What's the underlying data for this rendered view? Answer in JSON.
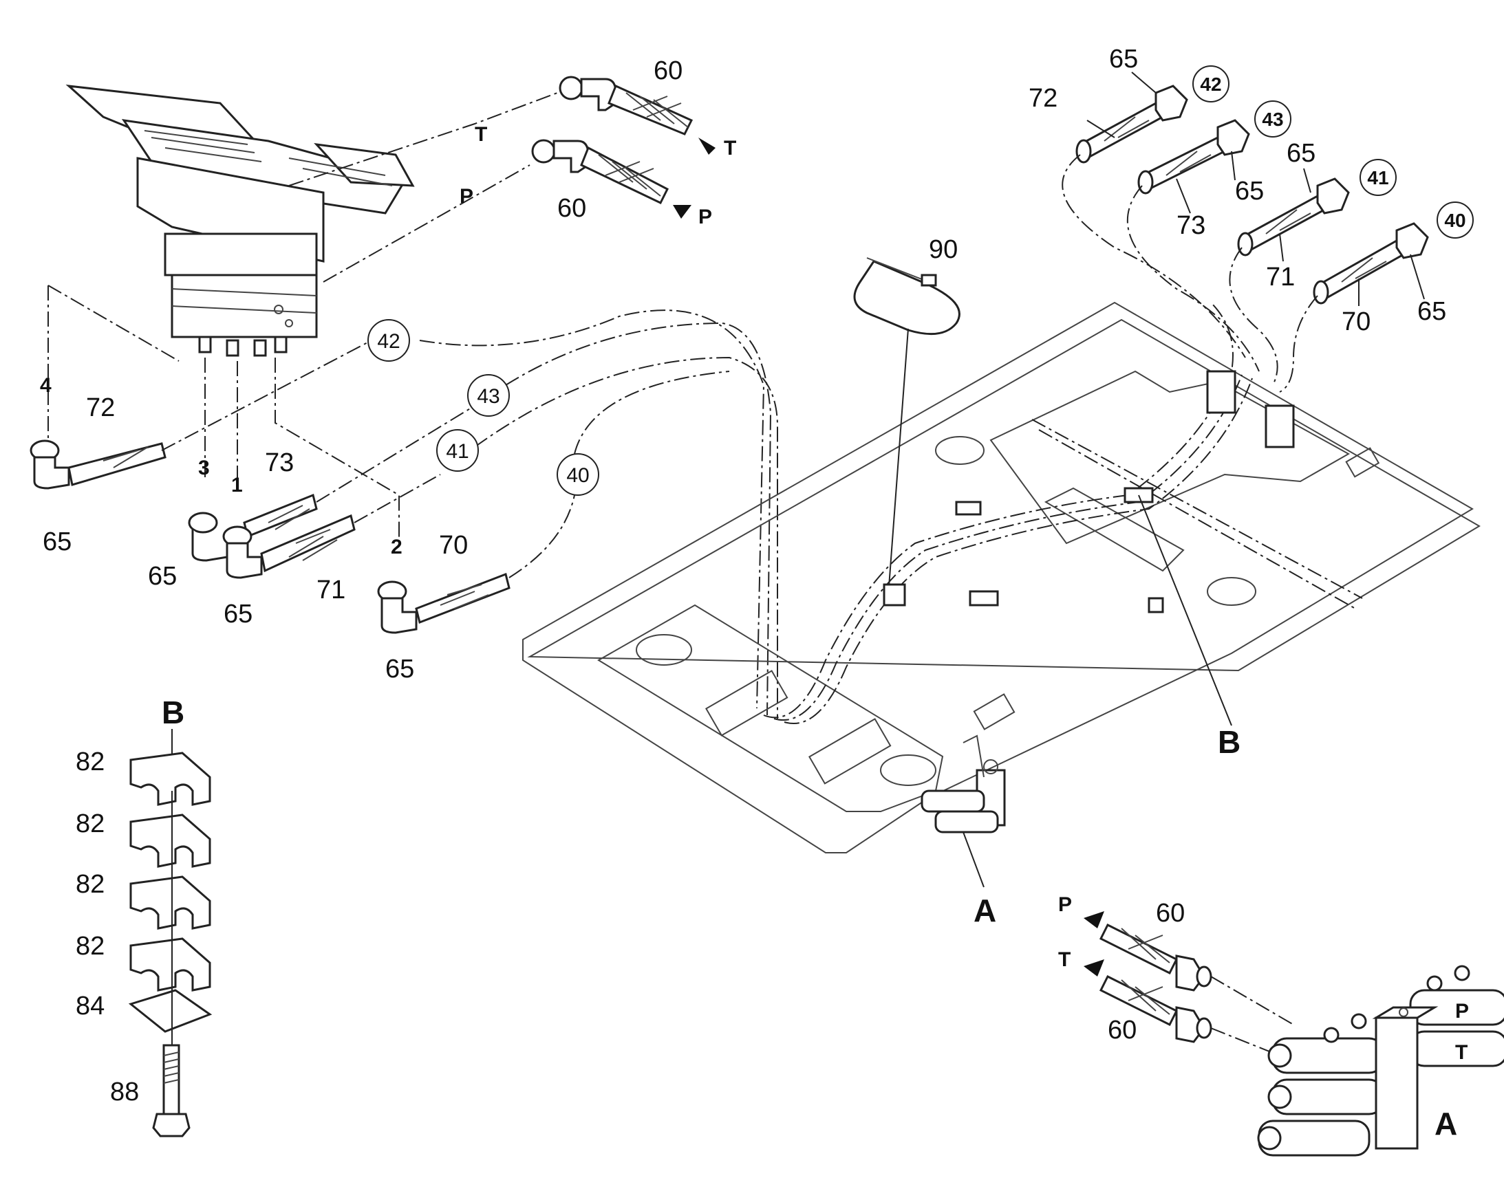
{
  "callouts": {
    "c42": "42",
    "c43": "43",
    "c41": "41",
    "c40": "40"
  },
  "labels": {
    "p60_top": "60",
    "p60_mid": "60",
    "T_top1": "T",
    "T_top2": "T",
    "P_top1": "P",
    "P_top2": "P",
    "port4": "4",
    "port3": "3",
    "port1": "1",
    "port2": "2",
    "p72_left": "72",
    "p73_left": "73",
    "p71_left": "71",
    "p70_left": "70",
    "p65_a": "65",
    "p65_b": "65",
    "p65_c": "65",
    "p65_d": "65",
    "p90": "90",
    "p72_right": "72",
    "p65_r1": "65",
    "p65_r2": "65",
    "p65_r3": "65",
    "p65_r4": "65",
    "p73_right": "73",
    "p71_right": "71",
    "p70_right": "70",
    "B_top": "B",
    "B_right": "B",
    "p82_1": "82",
    "p82_2": "82",
    "p82_3": "82",
    "p82_4": "82",
    "p84": "84",
    "p88": "88",
    "A_mid": "A",
    "A_bottom": "A",
    "P_bot1": "P",
    "T_bot1": "T",
    "p60_bot1": "60",
    "p60_bot2": "60",
    "P_block": "P",
    "T_block": "T"
  }
}
